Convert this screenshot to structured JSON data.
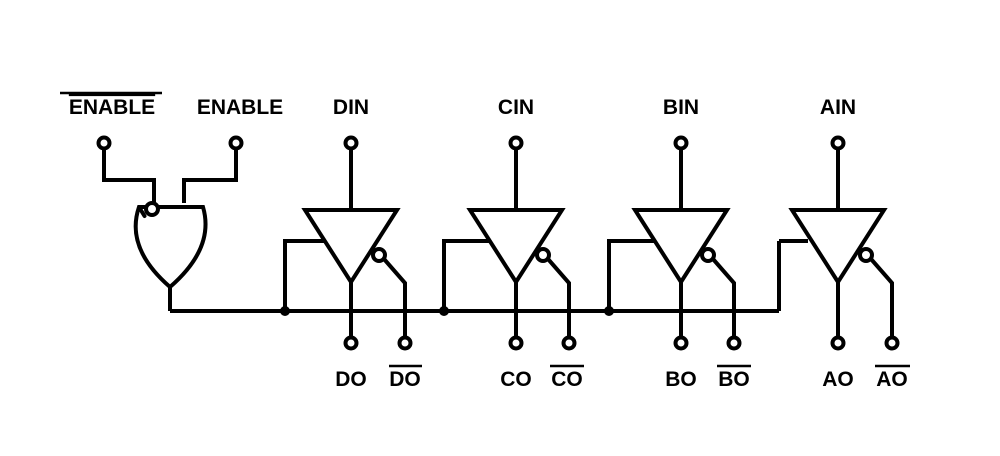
{
  "inputs": {
    "enable_bar": "ENABLE",
    "enable": "ENABLE",
    "d_in": "DIN",
    "c_in": "CIN",
    "b_in": "BIN",
    "a_in": "AIN"
  },
  "outputs": {
    "d_out": "DO",
    "d_out_bar": "DO",
    "c_out": "CO",
    "c_out_bar": "CO",
    "b_out": "BO",
    "b_out_bar": "BO",
    "a_out": "AO",
    "a_out_bar": "AO"
  },
  "colors": {
    "ink": "#000000",
    "background": "#ffffff"
  }
}
